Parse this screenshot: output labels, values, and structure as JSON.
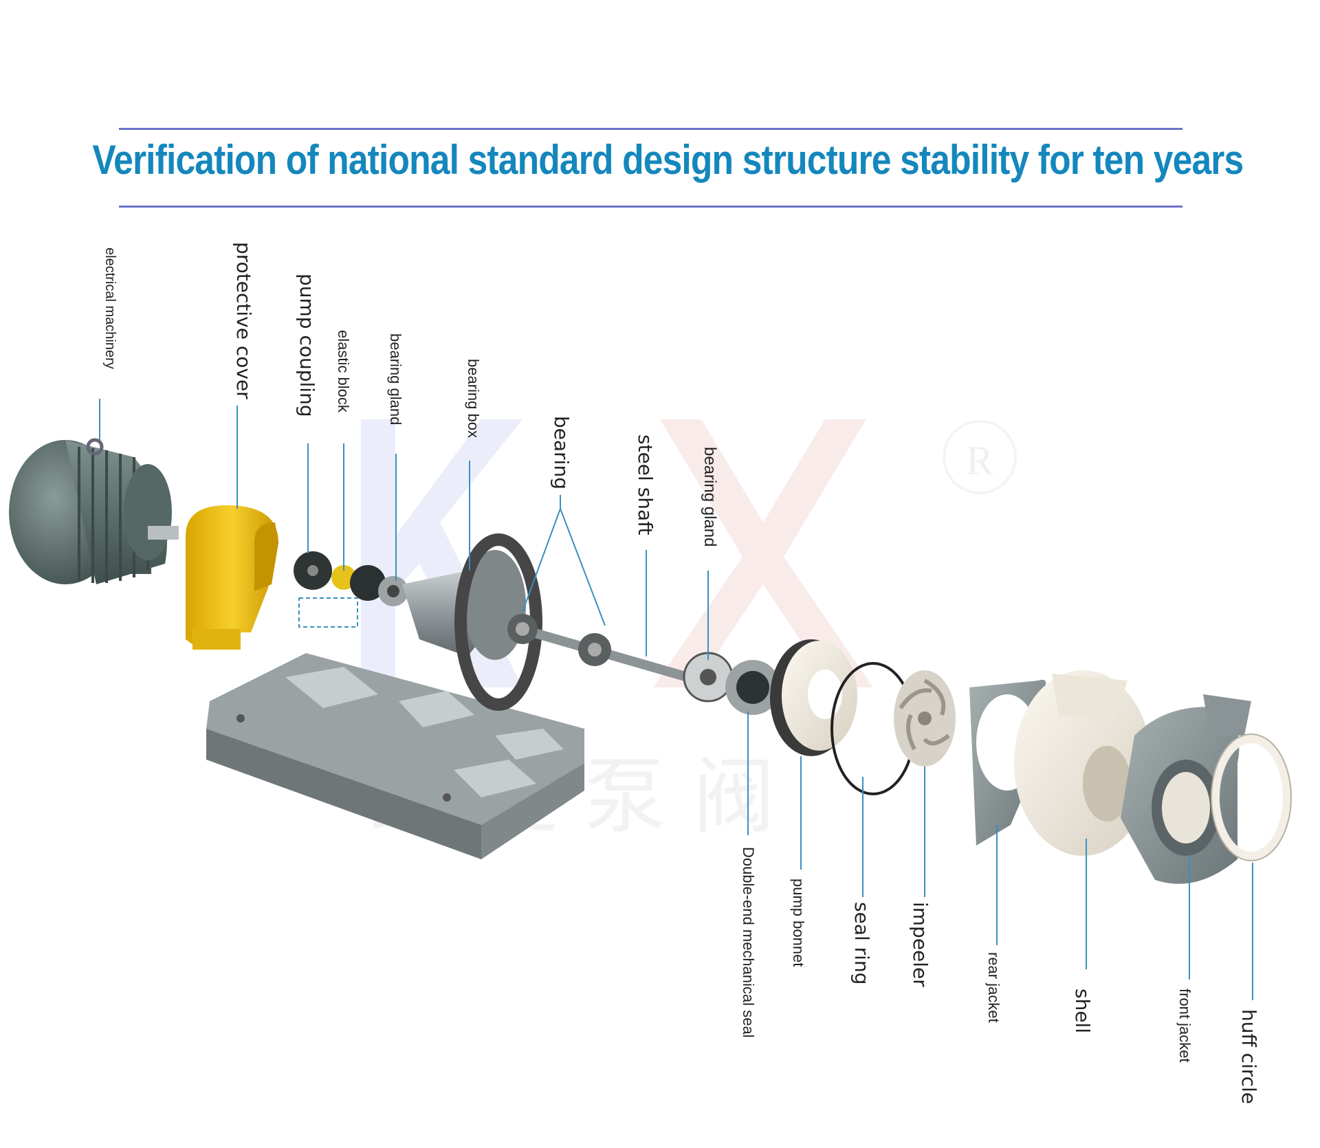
{
  "title": "Verification of national standard design structure stability for ten years",
  "colors": {
    "title": "#1487bd",
    "rule": "#6b72c9",
    "leader": "#3a8fc0",
    "motor": "#5f7370",
    "guard": "#f2c21b",
    "steel": "#8e9597",
    "ptfe": "#efe9dc"
  },
  "labels": {
    "electrical_machinery": "electrical machinery",
    "protective_cover": "protective cover",
    "pump_coupling": "pump coupling",
    "elastic_block": "elastic block",
    "bearing_gland_1": "bearing gland",
    "bearing_box": "bearing box",
    "bearing": "bearing",
    "steel_shaft": "steel shaft",
    "bearing_gland_2": "bearing gland",
    "mechanical_seal": "Double-end mechanical seal",
    "pump_bonnet": "pump bonnet",
    "seal_ring": "seal ring",
    "impeller": "impeeler",
    "rear_jacket": "rear jacket",
    "shell": "shell",
    "front_jacket": "front jacket",
    "huff_circle": "huff circle"
  },
  "watermark": {
    "letters": "KX",
    "registered": "R",
    "cn_text": "凯 旋 泵 阀"
  }
}
